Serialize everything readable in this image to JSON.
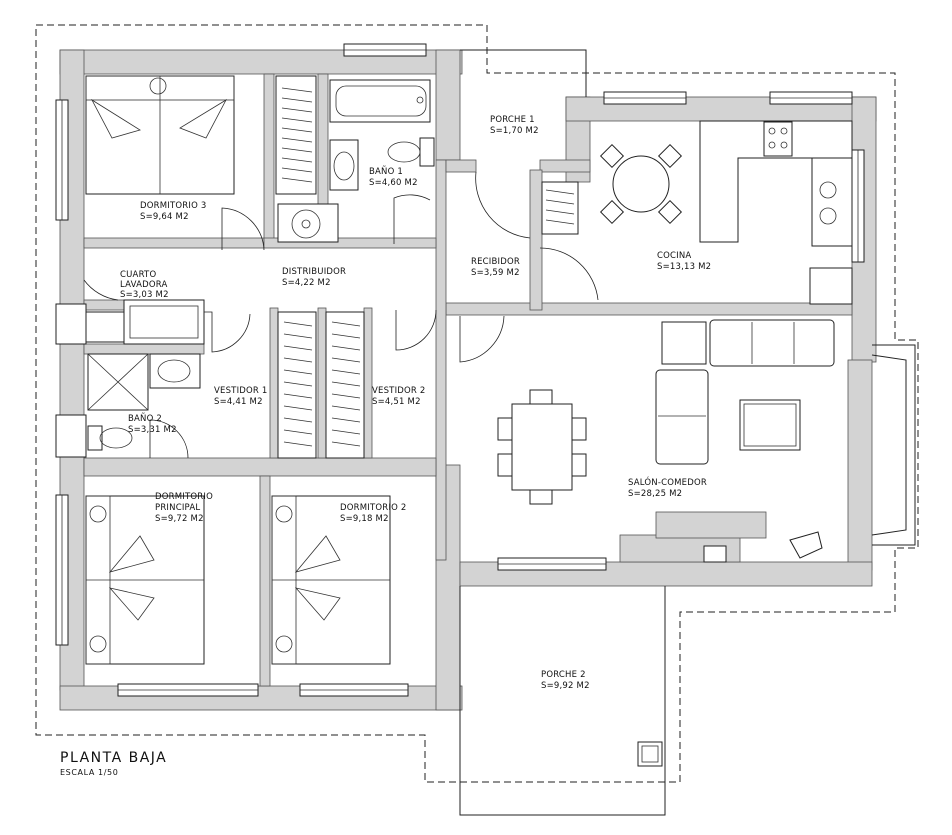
{
  "plan": {
    "title": "PLANTA  BAJA",
    "scale": "ESCALA  1/50"
  },
  "rooms": [
    {
      "id": "dormitorio3",
      "name": "DORMITORIO  3",
      "area": "S=9,64  M2"
    },
    {
      "id": "bano1",
      "name": "BAÑO  1",
      "area": "S=4,60  M2"
    },
    {
      "id": "porche1",
      "name": "PORCHE  1",
      "area": "S=1,70  M2"
    },
    {
      "id": "cocina",
      "name": "COCINA",
      "area": "S=13,13  M2"
    },
    {
      "id": "recibidor",
      "name": "RECIBIDOR",
      "area": "S=3,59  M2"
    },
    {
      "id": "distribuidor",
      "name": "DISTRIBUIDOR",
      "area": "S=4,22  M2"
    },
    {
      "id": "cuarto",
      "name_lines": [
        "CUARTO",
        "LAVADORA"
      ],
      "area": "S=3,03  M2"
    },
    {
      "id": "vestidor1",
      "name": "VESTIDOR  1",
      "area": "S=4,41  M2"
    },
    {
      "id": "vestidor2",
      "name": "VESTIDOR  2",
      "area": "S=4,51  M2"
    },
    {
      "id": "bano2",
      "name": "BAÑO  2",
      "area": "S=3,31  M2"
    },
    {
      "id": "salon",
      "name": "SALÓN-COMEDOR",
      "area": "S=28,25  M2"
    },
    {
      "id": "dormprincipal",
      "name_lines": [
        "DORMITORIO",
        "PRINCIPAL"
      ],
      "area": "S=9,72  M2"
    },
    {
      "id": "dormitorio2",
      "name": "DORMITORIO  2",
      "area": "S=9,18  M2"
    },
    {
      "id": "porche2",
      "name": "PORCHE  2",
      "area": "S=9,92  M2"
    }
  ]
}
